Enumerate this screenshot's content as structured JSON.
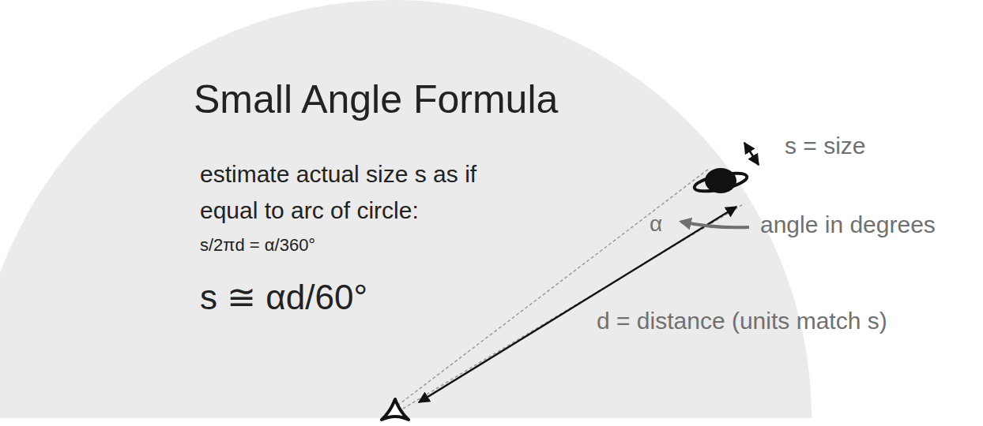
{
  "diagram": {
    "title": "Small Angle Formula",
    "labels": [
      "estimate actual size s as if",
      "equal to arc of circle:",
      "s/2πd = α/360°",
      "s ≅ αd/60°",
      "s = size",
      "α",
      "angle in degrees",
      "d = distance (units match s)"
    ]
  }
}
